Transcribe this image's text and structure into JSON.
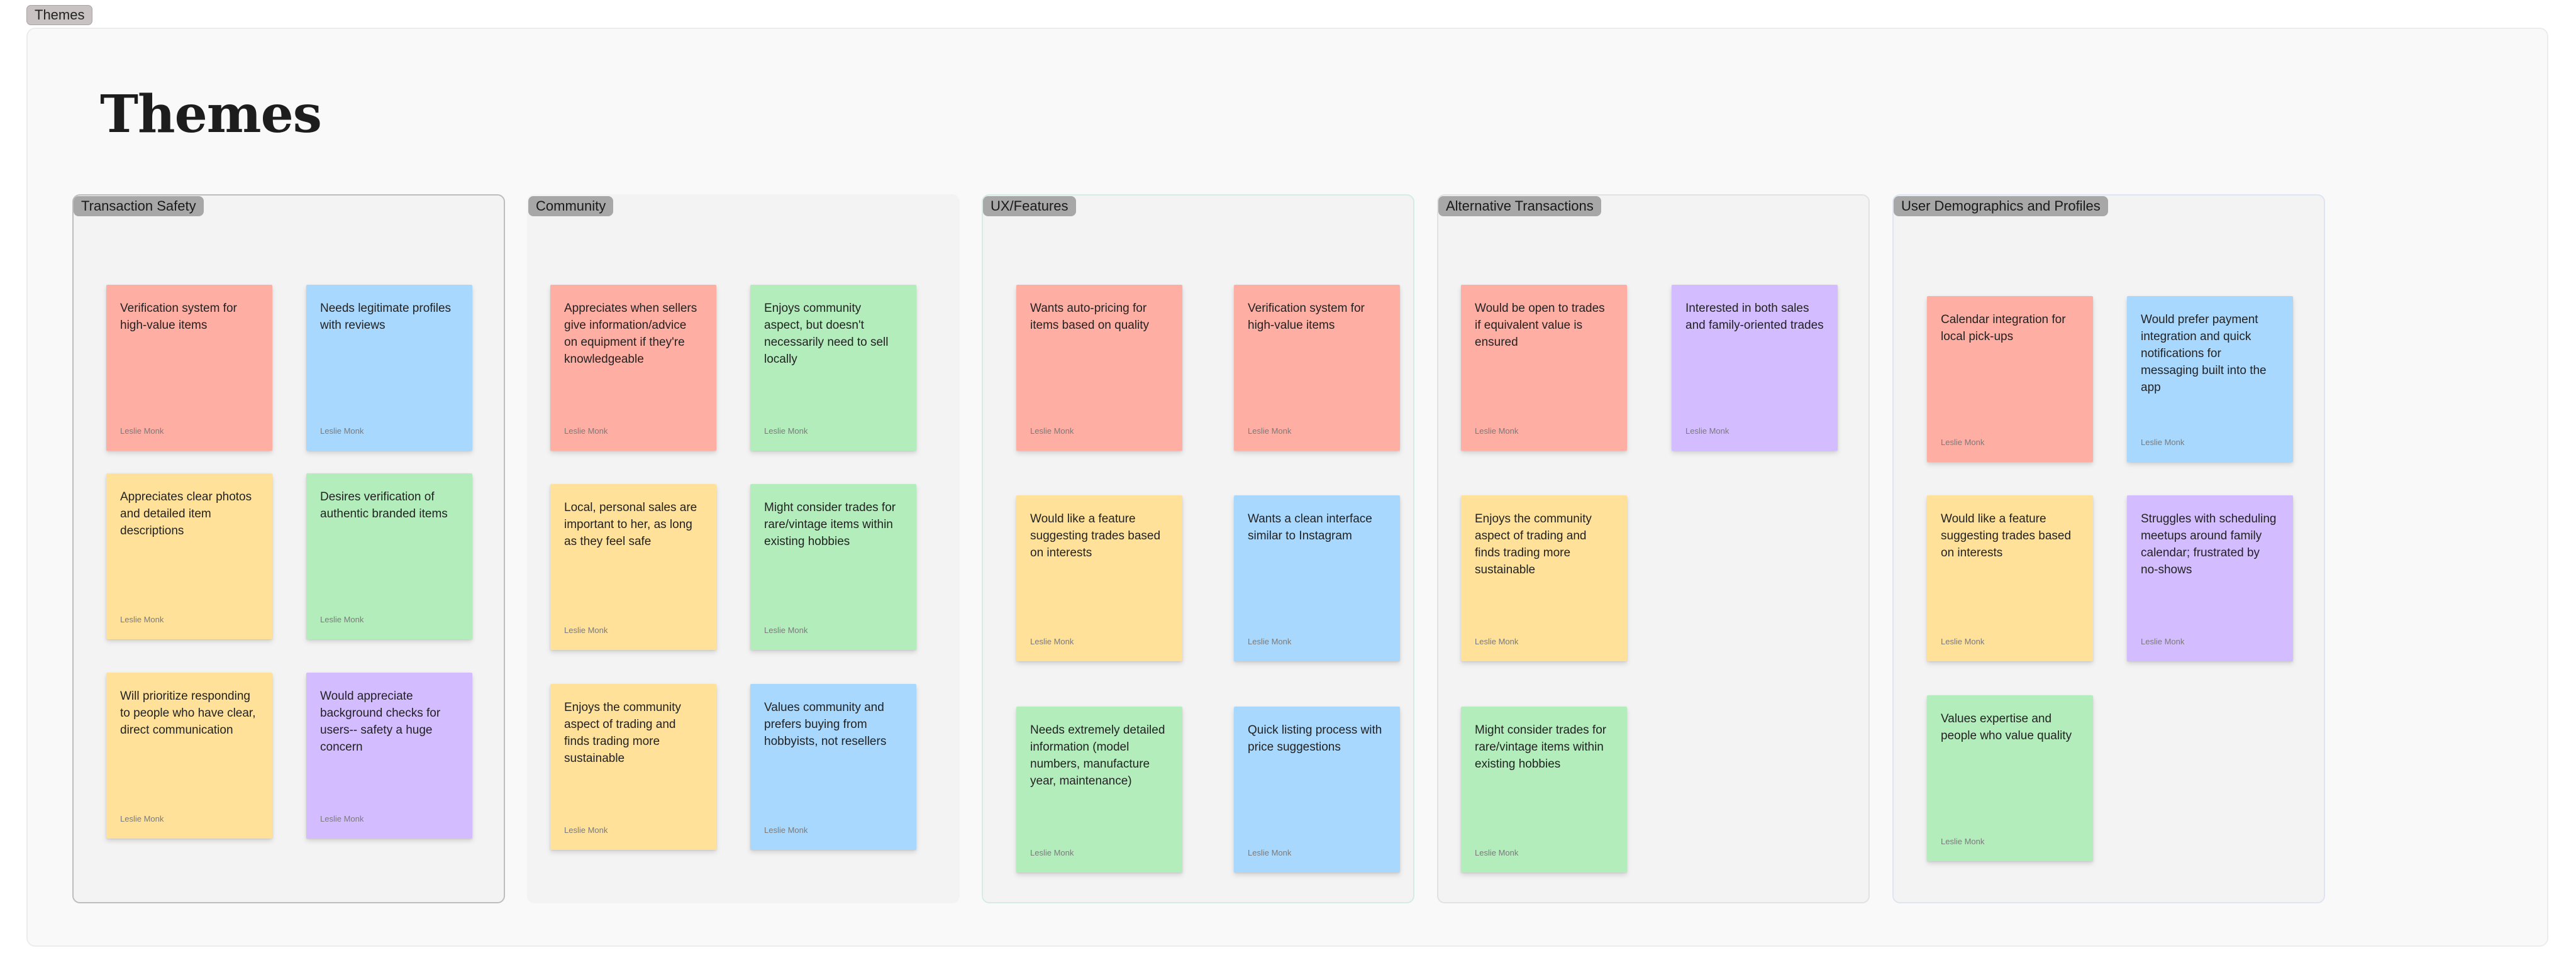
{
  "frame": {
    "tag_label": "Themes",
    "title": "Themes"
  },
  "sections": [
    {
      "label": "Transaction Safety",
      "border": "#bdbdbd",
      "notes": [
        {
          "text": "Verification system for high-value items",
          "author": "Leslie Monk",
          "color": "red"
        },
        {
          "text": "Needs legitimate profiles with reviews",
          "author": "Leslie Monk",
          "color": "blue"
        },
        {
          "text": "Appreciates clear photos and detailed item descriptions",
          "author": "Leslie Monk",
          "color": "yellow"
        },
        {
          "text": "Desires verification of authentic branded items",
          "author": "Leslie Monk",
          "color": "green"
        },
        {
          "text": "Will prioritize responding to people who have clear, direct communication",
          "author": "Leslie Monk",
          "color": "yellow"
        },
        {
          "text": "Would appreciate background checks for users-- safety a huge concern",
          "author": "Leslie Monk",
          "color": "purple"
        }
      ]
    },
    {
      "label": "Community",
      "border": "#f3f3f3",
      "notes": [
        {
          "text": "Appreciates when sellers give information/advice on equipment if they're knowledgeable",
          "author": "Leslie Monk",
          "color": "red"
        },
        {
          "text": "Enjoys community aspect, but doesn't necessarily need to sell locally",
          "author": "Leslie Monk",
          "color": "green"
        },
        {
          "text": "Local, personal sales are important to her, as long as they feel safe",
          "author": "Leslie Monk",
          "color": "yellow"
        },
        {
          "text": "Might consider trades for rare/vintage items within existing hobbies",
          "author": "Leslie Monk",
          "color": "green"
        },
        {
          "text": "Enjoys the community aspect of trading and finds trading more sustainable",
          "author": "Leslie Monk",
          "color": "yellow"
        },
        {
          "text": "Values community and prefers buying from hobbyists, not resellers",
          "author": "Leslie Monk",
          "color": "blue"
        }
      ]
    },
    {
      "label": "UX/Features",
      "border": "#d4ece4",
      "notes": [
        {
          "text": "Wants auto-pricing for items based on quality",
          "author": "Leslie Monk",
          "color": "red"
        },
        {
          "text": "Verification system for high-value items",
          "author": "Leslie Monk",
          "color": "red"
        },
        {
          "text": "Would like a feature suggesting trades based on interests",
          "author": "Leslie Monk",
          "color": "yellow"
        },
        {
          "text": "Wants a clean interface similar to Instagram",
          "author": "Leslie Monk",
          "color": "blue"
        },
        {
          "text": "Needs extremely detailed information (model numbers, manufacture year, maintenance)",
          "author": "Leslie Monk",
          "color": "green"
        },
        {
          "text": "Quick listing process with price suggestions",
          "author": "Leslie Monk",
          "color": "blue"
        }
      ]
    },
    {
      "label": "Alternative Transactions",
      "border": "#e2e2e2",
      "notes": [
        {
          "text": "Would be open to trades if equivalent value is ensured",
          "author": "Leslie Monk",
          "color": "red"
        },
        {
          "text": "Interested in both sales and family-oriented trades",
          "author": "Leslie Monk",
          "color": "purple"
        },
        {
          "text": "Enjoys the community aspect of trading and finds trading more sustainable",
          "author": "Leslie Monk",
          "color": "yellow"
        },
        {
          "text": "Might consider trades for rare/vintage items within existing hobbies",
          "author": "Leslie Monk",
          "color": "green"
        }
      ]
    },
    {
      "label": "User Demographics and Profiles",
      "border": "#dde4f3",
      "notes": [
        {
          "text": "Calendar integration for local pick-ups",
          "author": "Leslie Monk",
          "color": "red"
        },
        {
          "text": "Would prefer payment integration and quick notifications for messaging built into the app",
          "author": "Leslie Monk",
          "color": "blue"
        },
        {
          "text": "Would like a feature suggesting trades based on interests",
          "author": "Leslie Monk",
          "color": "yellow"
        },
        {
          "text": "Struggles with scheduling meetups around family calendar; frustrated by no-shows",
          "author": "Leslie Monk",
          "color": "purple"
        },
        {
          "text": "Values expertise and people who value quality",
          "author": "Leslie Monk",
          "color": "green"
        }
      ]
    }
  ]
}
